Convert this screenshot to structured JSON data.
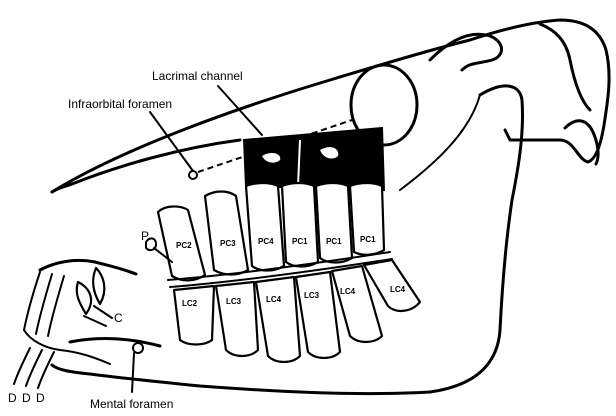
{
  "labels": {
    "lacrimal_channel": "Lacrimal channel",
    "infraorbital_foramen": "Infraorbital foramen",
    "mental_foramen": "Mental foramen",
    "canine_marker": "C",
    "upper_marker": "P",
    "incisor_markers": [
      "D",
      "D",
      "D"
    ]
  },
  "upper_teeth": [
    "PC2",
    "PC3",
    "PC4",
    "PC1",
    "PC1",
    "PC1"
  ],
  "lower_teeth": [
    "LC2",
    "LC3",
    "LC4",
    "LC3",
    "LC4",
    "LC4"
  ],
  "colors": {
    "ink": "#000000",
    "paper": "#ffffff"
  }
}
